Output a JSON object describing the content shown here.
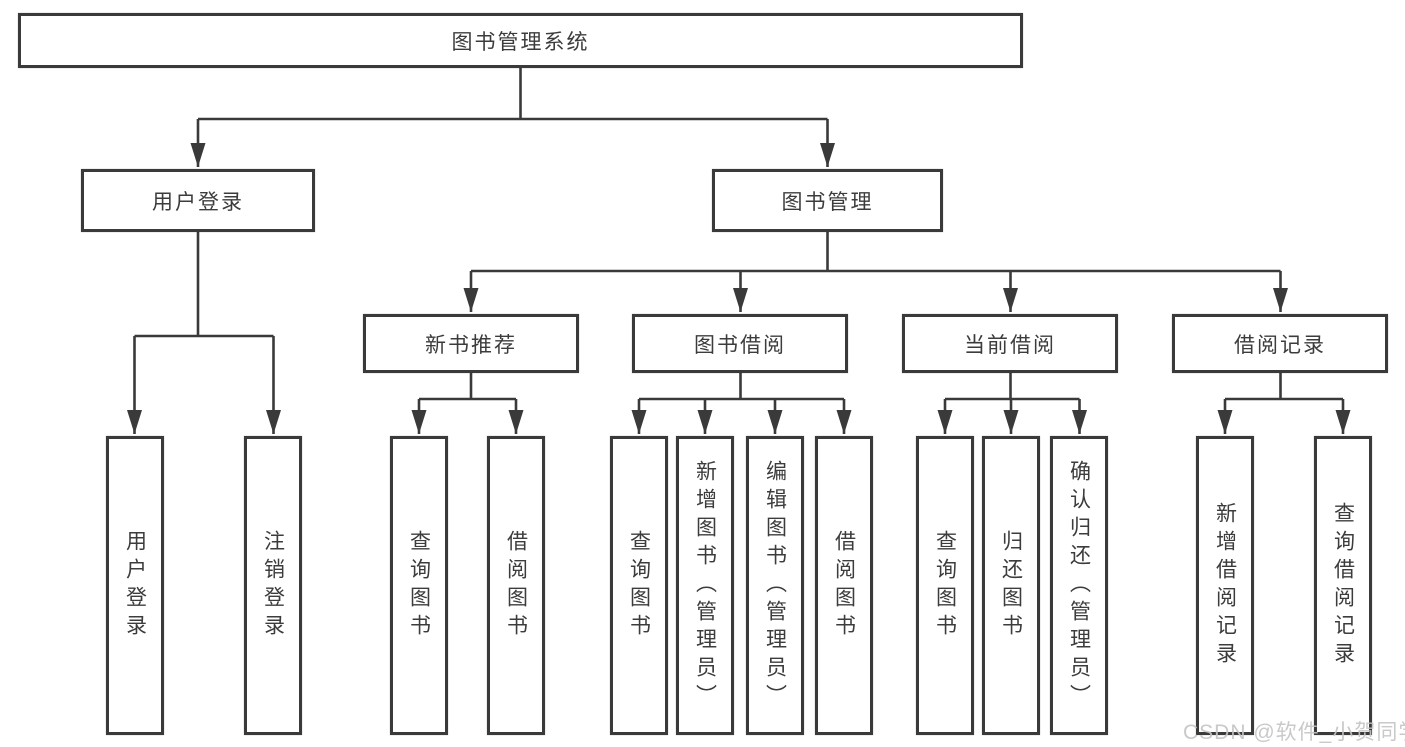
{
  "diagram": {
    "type": "functional-structure-tree",
    "tree": {
      "root": {
        "label": "图书管理系统",
        "children": [
          {
            "label": "用户登录",
            "children": [
              {
                "label": "用户登录"
              },
              {
                "label": "注销登录"
              }
            ]
          },
          {
            "label": "图书管理",
            "children": [
              {
                "label": "新书推荐",
                "children": [
                  {
                    "label": "查询图书"
                  },
                  {
                    "label": "借阅图书"
                  }
                ]
              },
              {
                "label": "图书借阅",
                "children": [
                  {
                    "label": "查询图书"
                  },
                  {
                    "label": "新增图书（管理员）"
                  },
                  {
                    "label": "编辑图书（管理员）"
                  },
                  {
                    "label": "借阅图书"
                  }
                ]
              },
              {
                "label": "当前借阅",
                "children": [
                  {
                    "label": "查询图书"
                  },
                  {
                    "label": "归还图书"
                  },
                  {
                    "label": "确认归还（管理员）"
                  }
                ]
              },
              {
                "label": "借阅记录",
                "children": [
                  {
                    "label": "新增借阅记录"
                  },
                  {
                    "label": "查询借阅记录"
                  }
                ]
              }
            ]
          }
        ]
      }
    },
    "colors": {
      "line": "#3a3a3a",
      "box_border": "#3a3a3a",
      "box_fill": "#ffffff",
      "text": "#3c3c3c",
      "watermark": "#c4c4c4"
    }
  },
  "watermark": "CSDN @软件_小贺同学"
}
